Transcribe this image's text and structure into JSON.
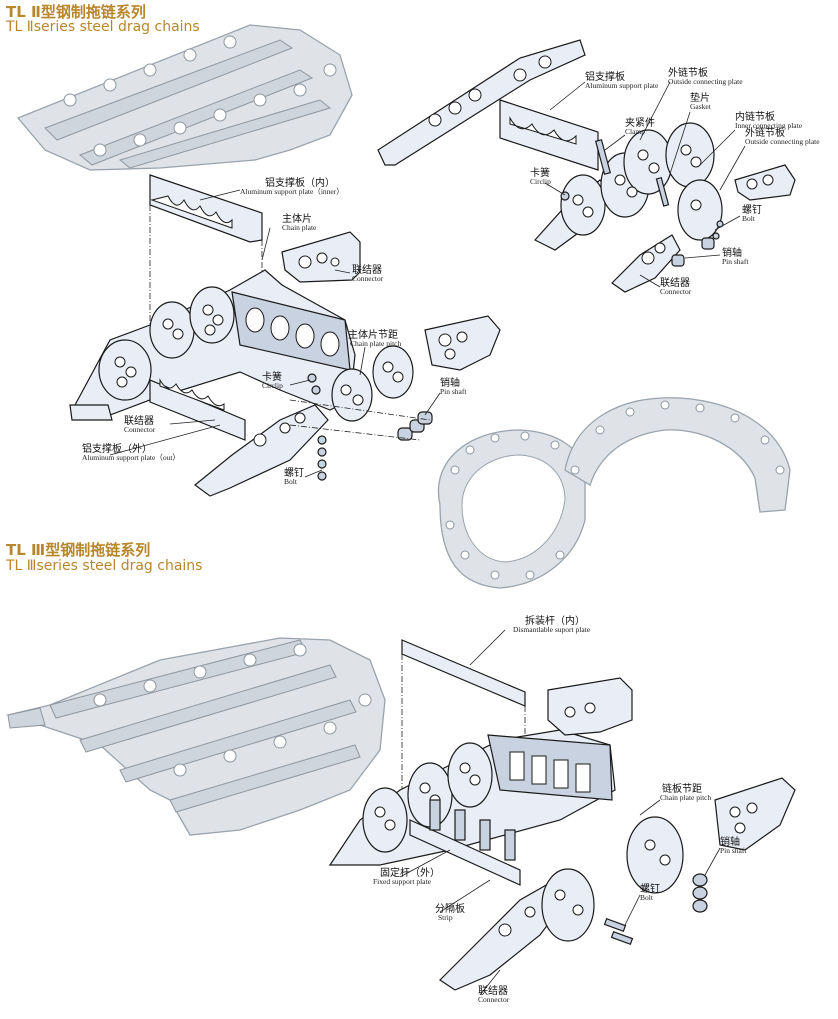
{
  "sections": [
    {
      "title_cn": "TL Ⅱ型钢制拖链系列",
      "title_en": "TL Ⅱseries steel drag chains",
      "labels": [
        {
          "id": "s1-support-inner",
          "cn": "铝支撑板（内）",
          "en": "Aluminum support plate（inner）"
        },
        {
          "id": "s1-chain-plate",
          "cn": "主体片",
          "en": "Chain plate"
        },
        {
          "id": "s1-connector-a",
          "cn": "联结器",
          "en": "Connector"
        },
        {
          "id": "s1-pitch",
          "cn": "主体片节距",
          "en": "Chain plate pitch"
        },
        {
          "id": "s1-circlip",
          "cn": "卡簧",
          "en": "Circlip"
        },
        {
          "id": "s1-pin",
          "cn": "销轴",
          "en": "Pin shaft"
        },
        {
          "id": "s1-connector-b",
          "cn": "联结器",
          "en": "Connector"
        },
        {
          "id": "s1-support-outer",
          "cn": "铝支撑板（外）",
          "en": "Aluminum support plate（out）"
        },
        {
          "id": "s1-bolt",
          "cn": "螺钉",
          "en": "Bolt"
        },
        {
          "id": "s1r-support",
          "cn": "铝支撑板",
          "en": "Aluminum support plate"
        },
        {
          "id": "s1r-outside",
          "cn": "外链节板",
          "en": "Outside connecting plate"
        },
        {
          "id": "s1r-clamp",
          "cn": "夹紧件",
          "en": "Clamp"
        },
        {
          "id": "s1r-gasket",
          "cn": "垫片",
          "en": "Gasket"
        },
        {
          "id": "s1r-inner",
          "cn": "内链节板",
          "en": "Inner connecting plate"
        },
        {
          "id": "s1r-outside2",
          "cn": "外链节板",
          "en": "Outside connecting plate"
        },
        {
          "id": "s1r-circlip",
          "cn": "卡簧",
          "en": "Circlip"
        },
        {
          "id": "s1r-bolt",
          "cn": "螺钉",
          "en": "Bolt"
        },
        {
          "id": "s1r-pin",
          "cn": "销轴",
          "en": "Pin shaft"
        },
        {
          "id": "s1r-connector",
          "cn": "联结器",
          "en": "Connector"
        }
      ]
    },
    {
      "title_cn": "TL Ⅲ型钢制拖链系列",
      "title_en": "TL Ⅲseries steel drag chains",
      "labels": [
        {
          "id": "s2-dismantlable",
          "cn": "拆装杆（内）",
          "en": "Dismantlable suport plate"
        },
        {
          "id": "s2-pitch",
          "cn": "链板节距",
          "en": "Chain plate pitch"
        },
        {
          "id": "s2-pin",
          "cn": "销轴",
          "en": "Pin shaft"
        },
        {
          "id": "s2-fixed",
          "cn": "固定杆（外）",
          "en": "Fixed support plate"
        },
        {
          "id": "s2-bolt",
          "cn": "螺钉",
          "en": "Bolt"
        },
        {
          "id": "s2-strip",
          "cn": "分隔板",
          "en": "Strip"
        },
        {
          "id": "s2-connector",
          "cn": "联结器",
          "en": "Connector"
        }
      ]
    }
  ]
}
